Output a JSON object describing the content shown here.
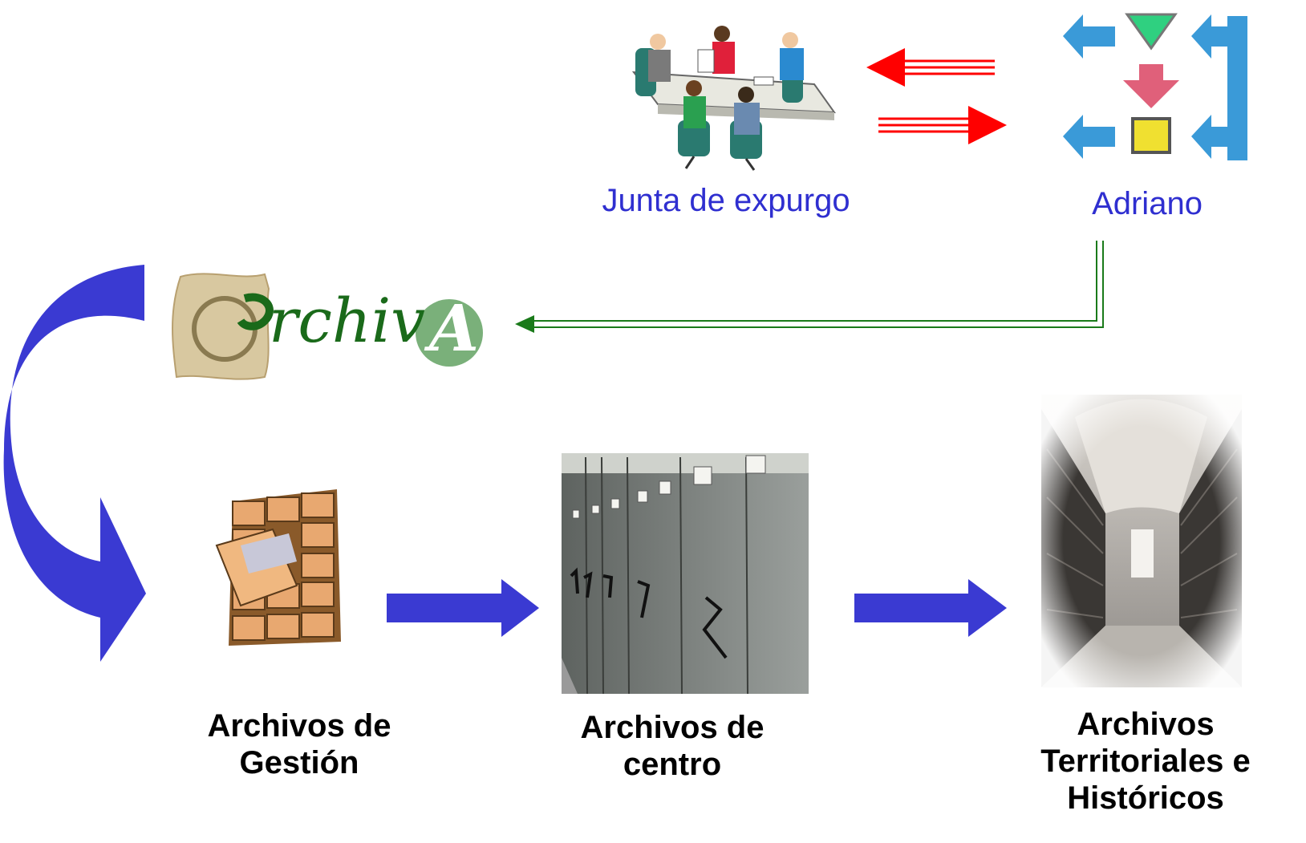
{
  "nodes": {
    "junta": {
      "label": "Junta de expurgo",
      "icon": "meeting-people-icon"
    },
    "adriano": {
      "label": "Adriano",
      "icon": "adriano-arrows-logo-icon"
    },
    "archiva": {
      "logo_text": "rchiv",
      "logo_letter_a": "A",
      "icon": "archiva-logo"
    },
    "gestion": {
      "line1": "Archivos de",
      "line2": "Gestión",
      "icon": "card-catalog-drawers-icon"
    },
    "centro": {
      "line1": "Archivos de",
      "line2": "centro",
      "icon": "mobile-shelving-photo"
    },
    "territoriales": {
      "line1": "Archivos",
      "line2": "Territoriales e",
      "line3": "Históricos",
      "icon": "archive-corridor-photo"
    }
  },
  "colors": {
    "blue_arrow": "#3a3ad2",
    "red_arrow": "#ff0000",
    "green_arrow": "#1a7a1a",
    "label_blue": "#2f2fd0"
  }
}
